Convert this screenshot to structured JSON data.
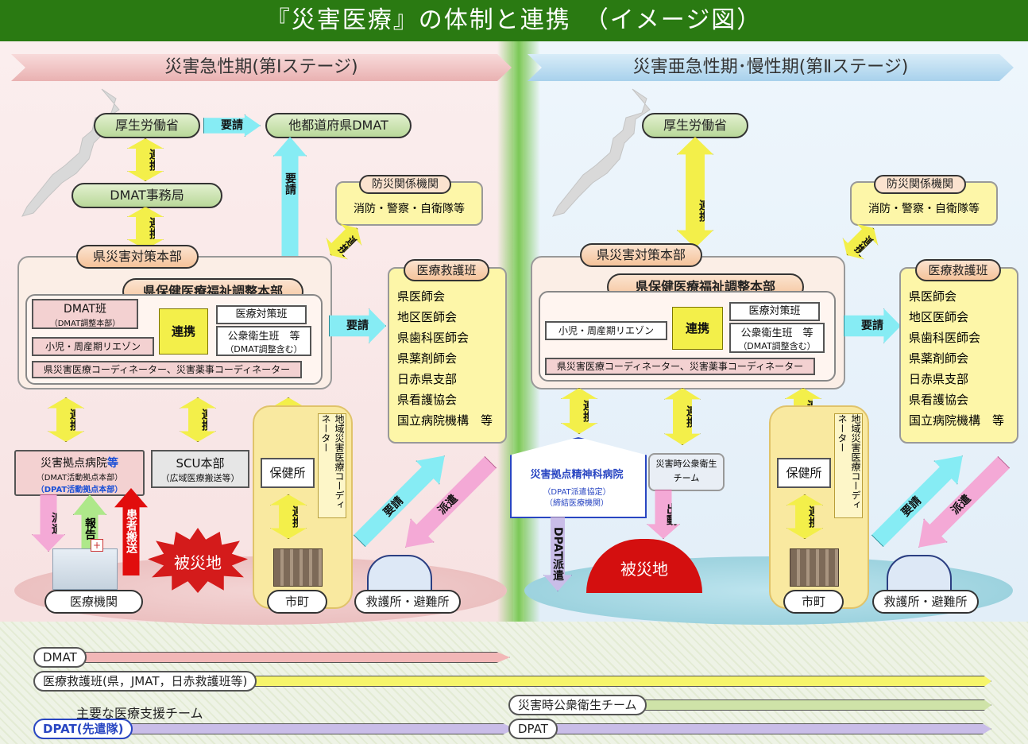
{
  "title": "『災害医療』の体制と連携　（イメージ図）",
  "stages": {
    "stage1": "災害急性期(第Ⅰステージ)",
    "stage2": "災害亜急性期･慢性期(第Ⅱステージ)"
  },
  "left": {
    "mhlw": "厚生労働省",
    "youse_mhlw": "要請",
    "other_dmat": "他都道府県DMAT",
    "dmat_office": "DMAT事務局",
    "youse_up": "要請",
    "disaster_orgs_title": "防災関係機関",
    "disaster_orgs_body": "消防・警察・自衛隊等",
    "pref_hq": "県災害対策本部",
    "coord_hq": "県保健医療福祉調整本部",
    "dmat_team": "DMAT班",
    "dmat_team_sub": "（DMAT調整本部）",
    "medical_team_hdr": "医療対策班",
    "public_health_team": "公衆衛生班　等",
    "public_health_sub": "（DMAT調整含む）",
    "perinatal": "小児・周産期リエゾン",
    "renkei_center": "連携",
    "coordinators": "県災害医療コーディネーター、災害薬事コーディネーター",
    "youse_relief": "要請",
    "relief_title": "医療救護班",
    "relief_members": [
      "県医師会",
      "地区医師会",
      "県歯科医師会",
      "県薬剤師会",
      "日赤県支部",
      "県看護協会",
      "国立病院機構　等"
    ],
    "base_hospital": "災害拠点病院",
    "base_hospital_tou": "等",
    "base_hospital_sub": "（DMAT活動拠点本部）",
    "dpat_base": "（DPAT活動拠点本部）",
    "scu": "SCU本部",
    "scu_sub": "（広域医療搬送等）",
    "health_center": "保健所",
    "regional_coord": "地域災害医療コーディネーター",
    "haken": "派遣",
    "houkoku": "報告",
    "patient_transport": "患者搬送",
    "disaster_area": "被災地",
    "medical_inst": "医療機関",
    "city": "市町",
    "shelter": "救護所・避難所",
    "youse_diag": "要請",
    "haken_diag": "派遣",
    "renkei": "連携"
  },
  "right": {
    "mhlw": "厚生労働省",
    "disaster_orgs_title": "防災関係機関",
    "disaster_orgs_body": "消防・警察・自衛隊等",
    "pref_hq": "県災害対策本部",
    "coord_hq": "県保健医療福祉調整本部",
    "medical_team_hdr": "医療対策班",
    "perinatal": "小児・周産期リエゾン",
    "public_health_team": "公衆衛生班　等",
    "public_health_sub": "（DMAT調整含む）",
    "renkei_center": "連携",
    "coordinators": "県災害医療コーディネーター、災害薬事コーディネーター",
    "youse_relief": "要請",
    "relief_title": "医療救護班",
    "relief_members": [
      "県医師会",
      "地区医師会",
      "県歯科医師会",
      "県薬剤師会",
      "日赤県支部",
      "県看護協会",
      "国立病院機構　等"
    ],
    "psych_hospital": "災害拠点精神科病院",
    "psych_sub1": "（DPAT派遣協定）",
    "psych_sub2": "（締結医療機関）",
    "dpat_haken": "DPAT派遣",
    "ph_team": "災害時公衆衛生チーム",
    "shutsudou": "出動",
    "health_center": "保健所",
    "regional_coord": "地域災害医療コーディネーター",
    "disaster_area": "被災地",
    "city": "市町",
    "shelter": "救護所・避難所",
    "youse_diag": "要請",
    "haken_diag": "派遣",
    "renkei": "連携"
  },
  "timeline": {
    "dmat": "DMAT",
    "relief": "医療救護班(県，JMAT，日赤救護班等)",
    "ph_team": "災害時公衆衛生チーム",
    "main_label": "主要な医療支援チーム",
    "dpat_advance": "DPAT(先遣隊)",
    "dpat": "DPAT"
  },
  "colors": {
    "title_green": "#2a7a12",
    "stage1_pink": "#f1c7c7",
    "stage2_blue": "#bfe0f3",
    "link_yellow": "#f3ef4a",
    "request_cyan": "#86ecf4",
    "dispatch_pink": "#f4a9d6",
    "dmat_bar": "#f2b7b7",
    "relief_bar": "#f6f56a",
    "ph_bar": "#cfe3a8",
    "dpat_bar": "#c9bde8"
  }
}
